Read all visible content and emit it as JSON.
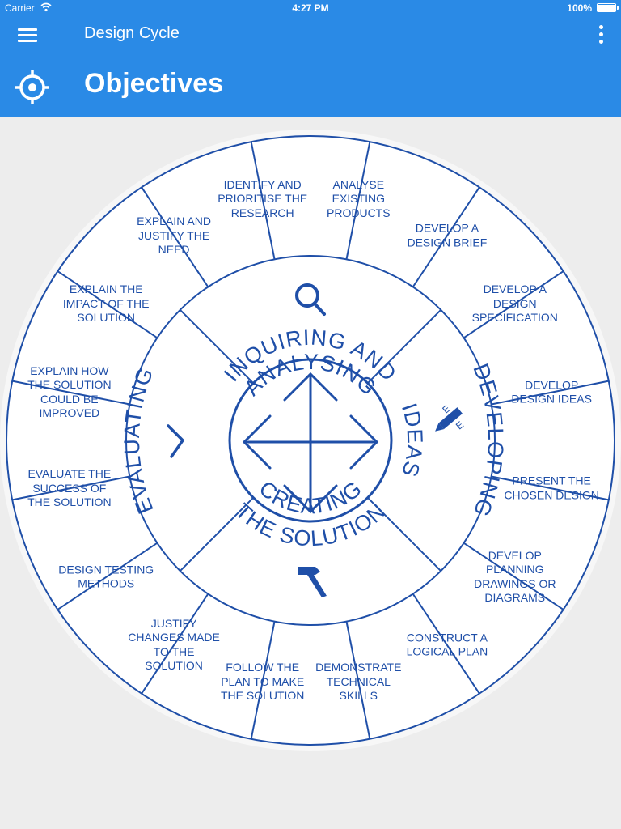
{
  "status_bar": {
    "carrier": "Carrier",
    "time": "4:27 PM",
    "battery": "100%"
  },
  "nav": {
    "app_title": "Design Cycle",
    "page_title": "Objectives",
    "menu_icon": "hamburger-menu-icon",
    "overflow_icon": "more-vertical-icon",
    "page_icon": "crosshair-target-icon"
  },
  "colors": {
    "bar": "#2a8ae6",
    "ink": "#1f4fa8",
    "background": "#ededed"
  },
  "wheel": {
    "phases": [
      {
        "name": "INQUIRING AND ANALYSING",
        "icon": "magnifier-icon"
      },
      {
        "name": "DEVELOPING IDEAS",
        "icon": "pencil-icon"
      },
      {
        "name": "CREATING THE SOLUTION",
        "icon": "hammer-icon"
      },
      {
        "name": "EVALUATING",
        "icon": "checkmark-icon"
      }
    ],
    "phase_title_parts": {
      "inquiring": "INQUIRING AND",
      "analysing": "ANALYSING",
      "developing": "DEVELOPING",
      "ideas": "IDEAS",
      "creating": "CREATING",
      "the_solution": "THE SOLUTION",
      "evaluating": "EVALUATING"
    },
    "center_icon": "four-way-arrows-icon",
    "segments": [
      "Identify and prioritise the research",
      "Analyse existing products",
      "Develop a design brief",
      "Develop a design specification",
      "Develop design ideas",
      "Present the chosen design",
      "Develop planning drawings or diagrams",
      "Construct a logical plan",
      "Demonstrate technical skills",
      "Follow the plan to make the solution",
      "Justify changes made to the solution",
      "Design testing methods",
      "Evaluate the success of the solution",
      "Explain how the solution could be improved",
      "Explain the impact of the solution",
      "Explain and justify the need"
    ]
  }
}
